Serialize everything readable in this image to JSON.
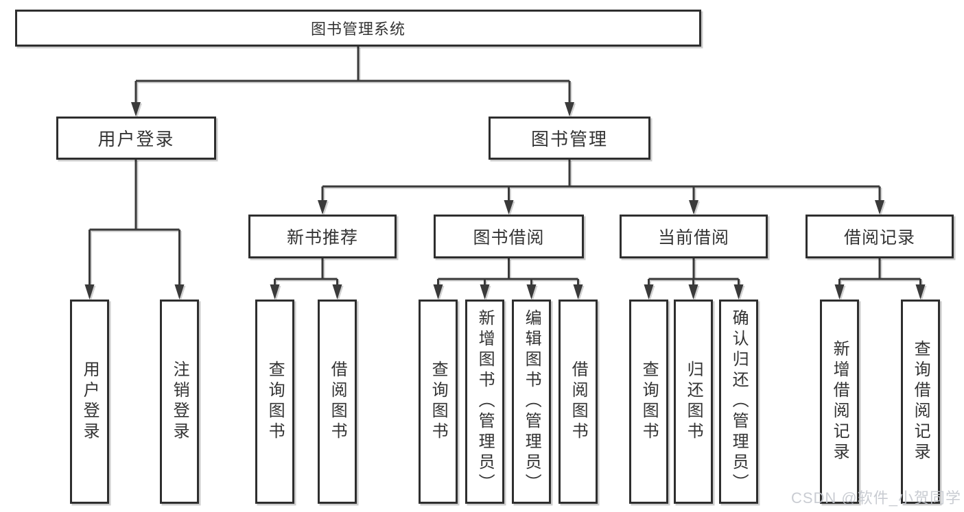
{
  "diagram": {
    "colors": {
      "line": "#3a3a3a",
      "border": "#2e2e2e",
      "text": "#333333",
      "watermark": "#c4c7ce",
      "bg": "#ffffff"
    },
    "nodes": {
      "root": {
        "label": "图书管理系统"
      },
      "level2": [
        {
          "label": "用户登录"
        },
        {
          "label": "图书管理"
        }
      ],
      "level3": [
        {
          "label": "新书推荐",
          "parent": "图书管理"
        },
        {
          "label": "图书借阅",
          "parent": "图书管理"
        },
        {
          "label": "当前借阅",
          "parent": "图书管理"
        },
        {
          "label": "借阅记录",
          "parent": "图书管理"
        }
      ],
      "leaves": [
        {
          "label": "用户登录",
          "parent": "用户登录"
        },
        {
          "label": "注销登录",
          "parent": "用户登录"
        },
        {
          "label": "查询图书",
          "parent": "新书推荐"
        },
        {
          "label": "借阅图书",
          "parent": "新书推荐"
        },
        {
          "label": "查询图书",
          "parent": "图书借阅"
        },
        {
          "label": "新增图书（管理员）",
          "parent": "图书借阅"
        },
        {
          "label": "编辑图书（管理员）",
          "parent": "图书借阅"
        },
        {
          "label": "借阅图书",
          "parent": "图书借阅"
        },
        {
          "label": "查询图书",
          "parent": "当前借阅"
        },
        {
          "label": "归还图书",
          "parent": "当前借阅"
        },
        {
          "label": "确认归还（管理员）",
          "parent": "当前借阅"
        },
        {
          "label": "新增借阅记录",
          "parent": "借阅记录"
        },
        {
          "label": "查询借阅记录",
          "parent": "借阅记录"
        }
      ]
    },
    "watermark": "CSDN @软件_小贺同学"
  }
}
